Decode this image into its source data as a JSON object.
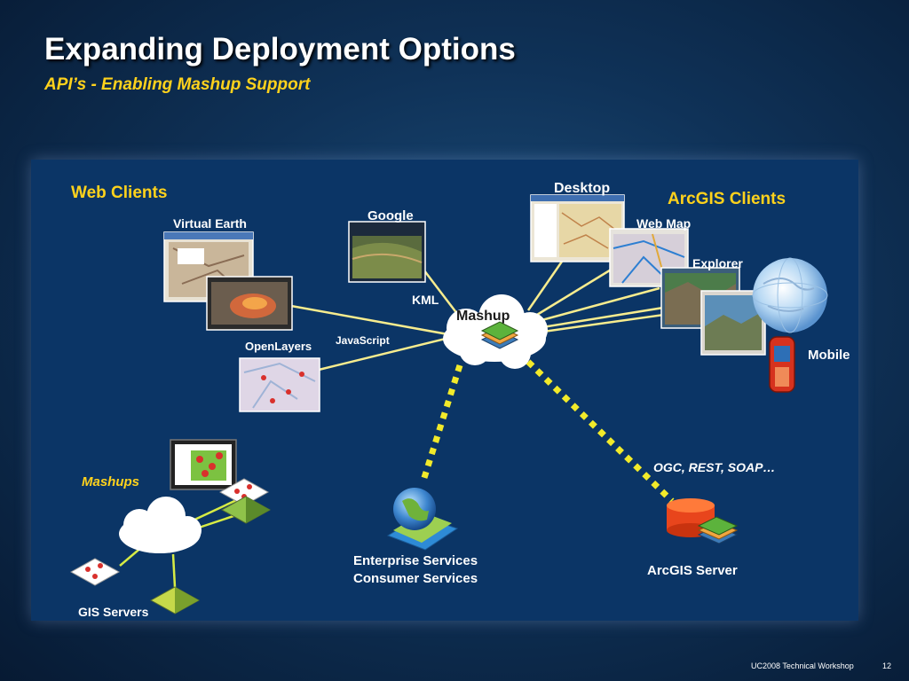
{
  "slide": {
    "title": "Expanding Deployment Options",
    "subtitle": "API’s - Enabling Mashup Support",
    "footer_text": "UC2008 Technical Workshop",
    "page_number": "12"
  },
  "diagram": {
    "web_clients_heading": "Web Clients",
    "arcgis_clients_heading": "ArcGIS Clients",
    "virtual_earth": "Virtual Earth",
    "google": "Google",
    "desktop": "Desktop",
    "web_map": "Web Map",
    "explorer": "Explorer",
    "mobile": "Mobile",
    "kml": "KML",
    "javascript": "JavaScript",
    "openlayers": "OpenLayers",
    "mashup_hub": "Mashup",
    "ogc_rest_soap": "OGC, REST, SOAP…",
    "mashups_heading": "Mashups",
    "gis_servers": "GIS Servers",
    "enterprise_services": "Enterprise Services",
    "consumer_services": "Consumer Services",
    "arcgis_server": "ArcGIS Server"
  },
  "colors": {
    "title": "#ffffff",
    "subtitle": "#ffd21c",
    "heading": "#ffd21c",
    "connector": "#f7ec8e",
    "dashed_connector": "#f2ea2a"
  }
}
